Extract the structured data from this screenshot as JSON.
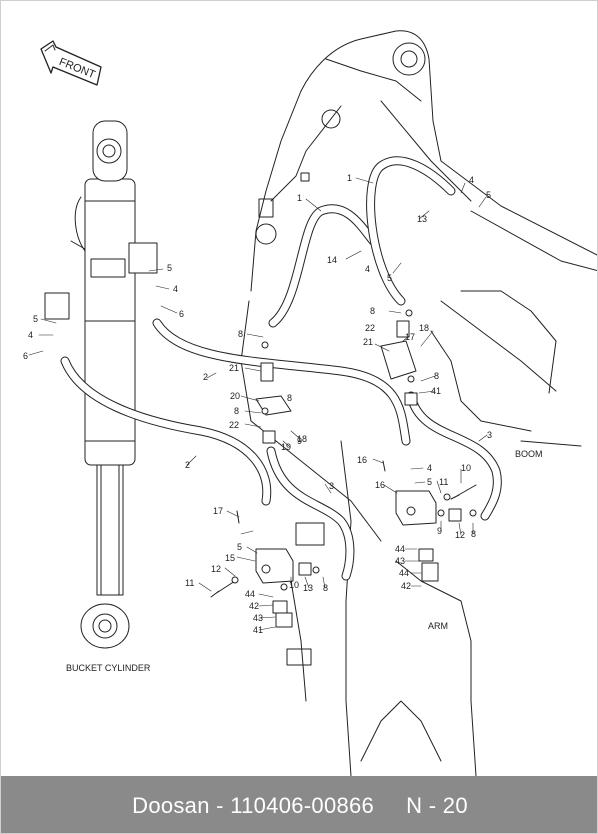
{
  "diagram": {
    "front_label": "FRONT",
    "bucket_cylinder_label": "BUCKET CYLINDER",
    "boom_label": "BOOM",
    "arm_label": "ARM",
    "callouts": [
      "1",
      "1",
      "2",
      "2",
      "3",
      "3",
      "4",
      "4",
      "4",
      "4",
      "4",
      "5",
      "5",
      "5",
      "5",
      "5",
      "5",
      "6",
      "6",
      "8",
      "8",
      "8",
      "8",
      "8",
      "8",
      "8",
      "9",
      "9",
      "10",
      "10",
      "11",
      "11",
      "12",
      "12",
      "13",
      "13",
      "14",
      "15",
      "16",
      "16",
      "17",
      "17",
      "18",
      "18",
      "19",
      "20",
      "21",
      "21",
      "22",
      "22",
      "41",
      "41",
      "42",
      "42",
      "43",
      "43",
      "44",
      "44"
    ]
  },
  "footer": {
    "text": "Doosan - 110406-00866     N - 20"
  }
}
